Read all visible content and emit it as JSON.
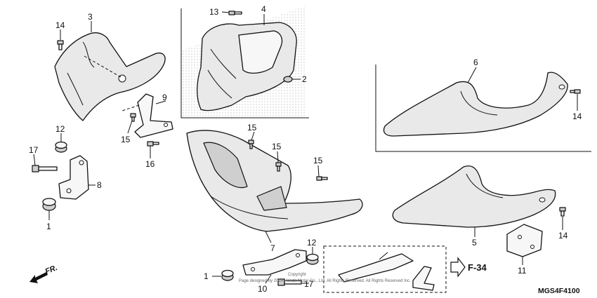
{
  "labels": {
    "n1a": "1",
    "n1b": "1",
    "n2": "2",
    "n3": "3",
    "n4": "4",
    "n5": "5",
    "n6": "6",
    "n7": "7",
    "n8": "8",
    "n9": "9",
    "n10": "10",
    "n11": "11",
    "n12a": "12",
    "n12b": "12",
    "n13": "13",
    "n14a": "14",
    "n14b": "14",
    "n14c": "14",
    "n15a": "15",
    "n15b": "15",
    "n15c": "15",
    "n15d": "15",
    "n16": "16",
    "n17a": "17",
    "n17b": "17"
  },
  "front_marker": "FR.",
  "reference": "F-34",
  "diagram_code": "MGS4F4100",
  "copyright": "Page designed by 2014 Honda Motor Co., Ltd. All Rights Reserved. All Rights Reserved Inc.",
  "copyright_short": "Copyright"
}
